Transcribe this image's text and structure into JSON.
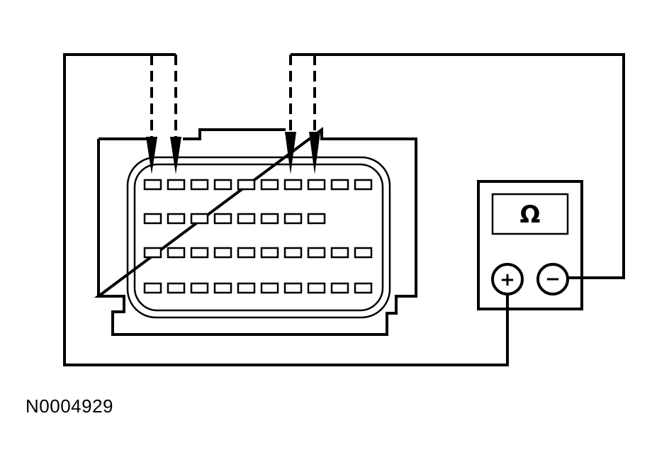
{
  "figure": {
    "id_label": "N0004929"
  },
  "meter": {
    "display_symbol": "Ω",
    "plus_label": "+",
    "minus_label": "−"
  },
  "connector": {
    "rows": [
      {
        "pins": 10
      },
      {
        "pins": 8
      },
      {
        "pins": 10
      },
      {
        "pins": 10
      }
    ]
  }
}
